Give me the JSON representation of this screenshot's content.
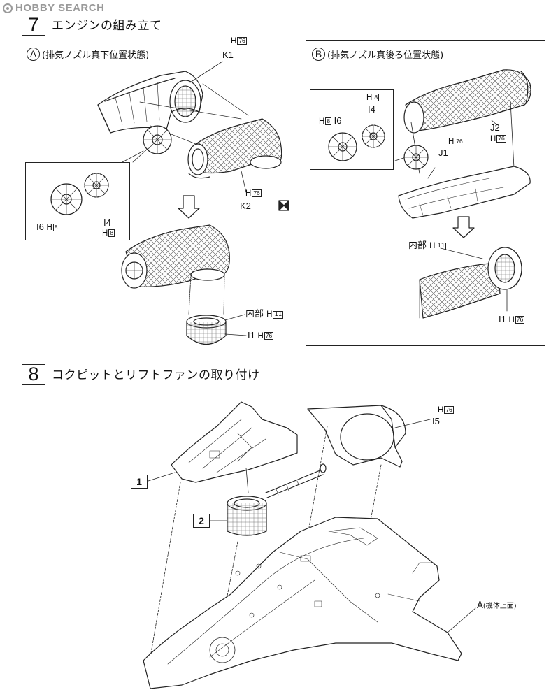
{
  "watermark": {
    "brand": "HOBBY SEARCH"
  },
  "step7": {
    "number": "7",
    "title": "エンジンの組み立て",
    "panel_a": {
      "letter": "A",
      "label": "(排気ノズル真下位置状態)",
      "parts": {
        "k1": "K1",
        "k1_h": "H",
        "k1_box": "76",
        "k2": "K2",
        "k2_h": "H",
        "k2_box": "76",
        "i6": "I6",
        "i6_h": "H",
        "i6_box": "8",
        "i4": "I4",
        "i4_h": "H",
        "i4_box": "8",
        "inner_label": "内部",
        "inner_h": "H",
        "inner_box": "11",
        "i1": "I1",
        "i1_h": "H",
        "i1_box": "76"
      }
    },
    "panel_b": {
      "letter": "B",
      "label": "(排気ノズル真後ろ位置状態)",
      "parts": {
        "i4": "I4",
        "i4_h": "H",
        "i4_box": "8",
        "i6": "I6",
        "i6_h": "H",
        "i6_box": "8",
        "j2": "J2",
        "j2_h": "H",
        "j2_box": "76",
        "j1": "J1",
        "j1_h": "H",
        "j1_box": "76",
        "inner_label": "内部",
        "inner_h": "H",
        "inner_box": "11",
        "i1": "I1",
        "i1_h": "H",
        "i1_box": "76"
      }
    }
  },
  "step8": {
    "number": "8",
    "title": "コクピットとリフトファンの取り付け",
    "callout_1": "1",
    "callout_2": "2",
    "parts": {
      "i5": "I5",
      "i5_h": "H",
      "i5_box": "76",
      "a_label": "A",
      "a_note": "(機体上面)"
    }
  }
}
